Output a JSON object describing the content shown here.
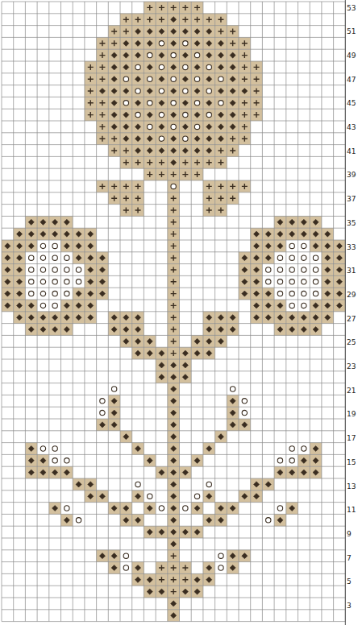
{
  "diagram": {
    "labels": [
      "53",
      "51",
      "49",
      "47",
      "45",
      "43",
      "41",
      "39",
      "37",
      "35",
      "33",
      "31",
      "29",
      "27",
      "25",
      "23",
      "21",
      "19",
      "17",
      "15",
      "13",
      "11",
      "9",
      "7",
      "5",
      "3"
    ]
  }
}
